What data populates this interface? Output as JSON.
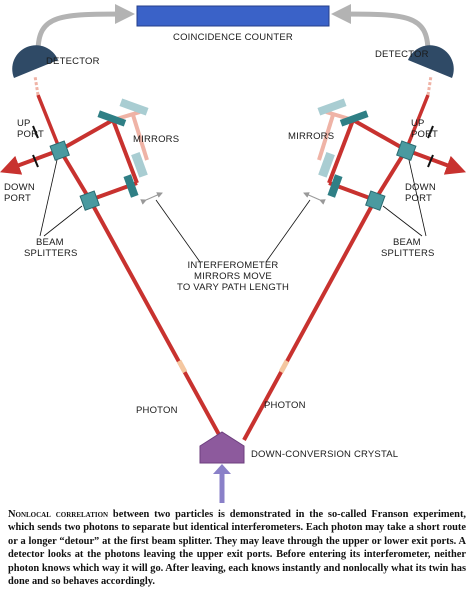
{
  "labels": {
    "coincidence_counter": "COINCIDENCE COUNTER",
    "detector_left": "DETECTOR",
    "detector_right": "DETECTOR",
    "up_port_left": [
      "UP",
      "PORT"
    ],
    "up_port_right": [
      "UP",
      "PORT"
    ],
    "down_port_left": [
      "DOWN",
      "PORT"
    ],
    "down_port_right": [
      "DOWN",
      "PORT"
    ],
    "mirrors_left": "MIRRORS",
    "mirrors_right": "MIRRORS",
    "beam_splitters_left": [
      "BEAM",
      "SPLITTERS"
    ],
    "beam_splitters_right": [
      "BEAM",
      "SPLITTERS"
    ],
    "interferometer_note": [
      "INTERFEROMETER",
      "MIRRORS MOVE",
      "TO VARY PATH LENGTH"
    ],
    "photon_left": "PHOTON",
    "photon_right": "PHOTON",
    "crystal": "DOWN-CONVERSION CRYSTAL"
  },
  "caption": {
    "lead": "Nonlocal correlation",
    "body": " between two particles is demonstrated in the so-called Franson experiment, which sends two photons to separate but identical interferometers. Each photon may take a short route or a longer “detour” at the first beam splitter. They may leave through the upper or lower exit ports. A detector looks at the photons leaving the upper exit ports. Before entering its interferometer, neither photon knows which way it will go. After leaving, each knows instantly and nonlocally what its twin has done and so behaves accordingly."
  },
  "colors": {
    "beam": "#c8322f",
    "faint_beam": "#efb3a6",
    "counter": "#3a62c8",
    "detector": "#2f4a66",
    "mirror": "#2f7f85",
    "ghost_mirror": "#a9cdd2",
    "crystal": "#8d5a9d",
    "pump_arrow": "#8a80c8",
    "cable": "#b3b3b3"
  }
}
